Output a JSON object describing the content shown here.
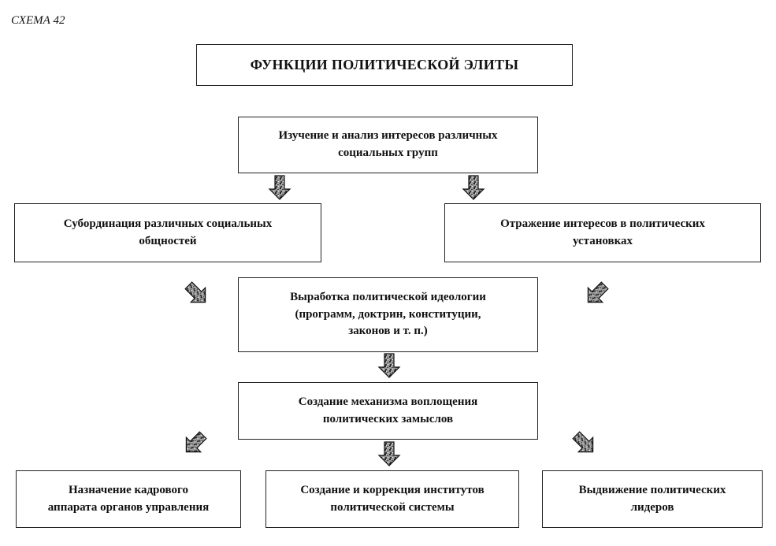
{
  "schema_label": "СХЕМА 42",
  "title": "ФУНКЦИИ ПОЛИТИЧЕСКОЙ ЭЛИТЫ",
  "boxes": {
    "analysis": "Изучение и анализ интересов различных\nсоциальных групп",
    "subordination": "Субординация различных социальных\nобщностей",
    "reflection": "Отражение интересов в политических\nустановках",
    "ideology": "Выработка политической идеологии\n(программ, доктрин, конституции,\nзаконов и т. п.)",
    "mechanism": "Создание механизма воплощения\nполитических замыслов",
    "personnel": "Назначение кадрового\nаппарата органов управления",
    "institutions": "Создание и коррекция институтов\nполитической системы",
    "leaders": "Выдвижение политических\nлидеров"
  }
}
